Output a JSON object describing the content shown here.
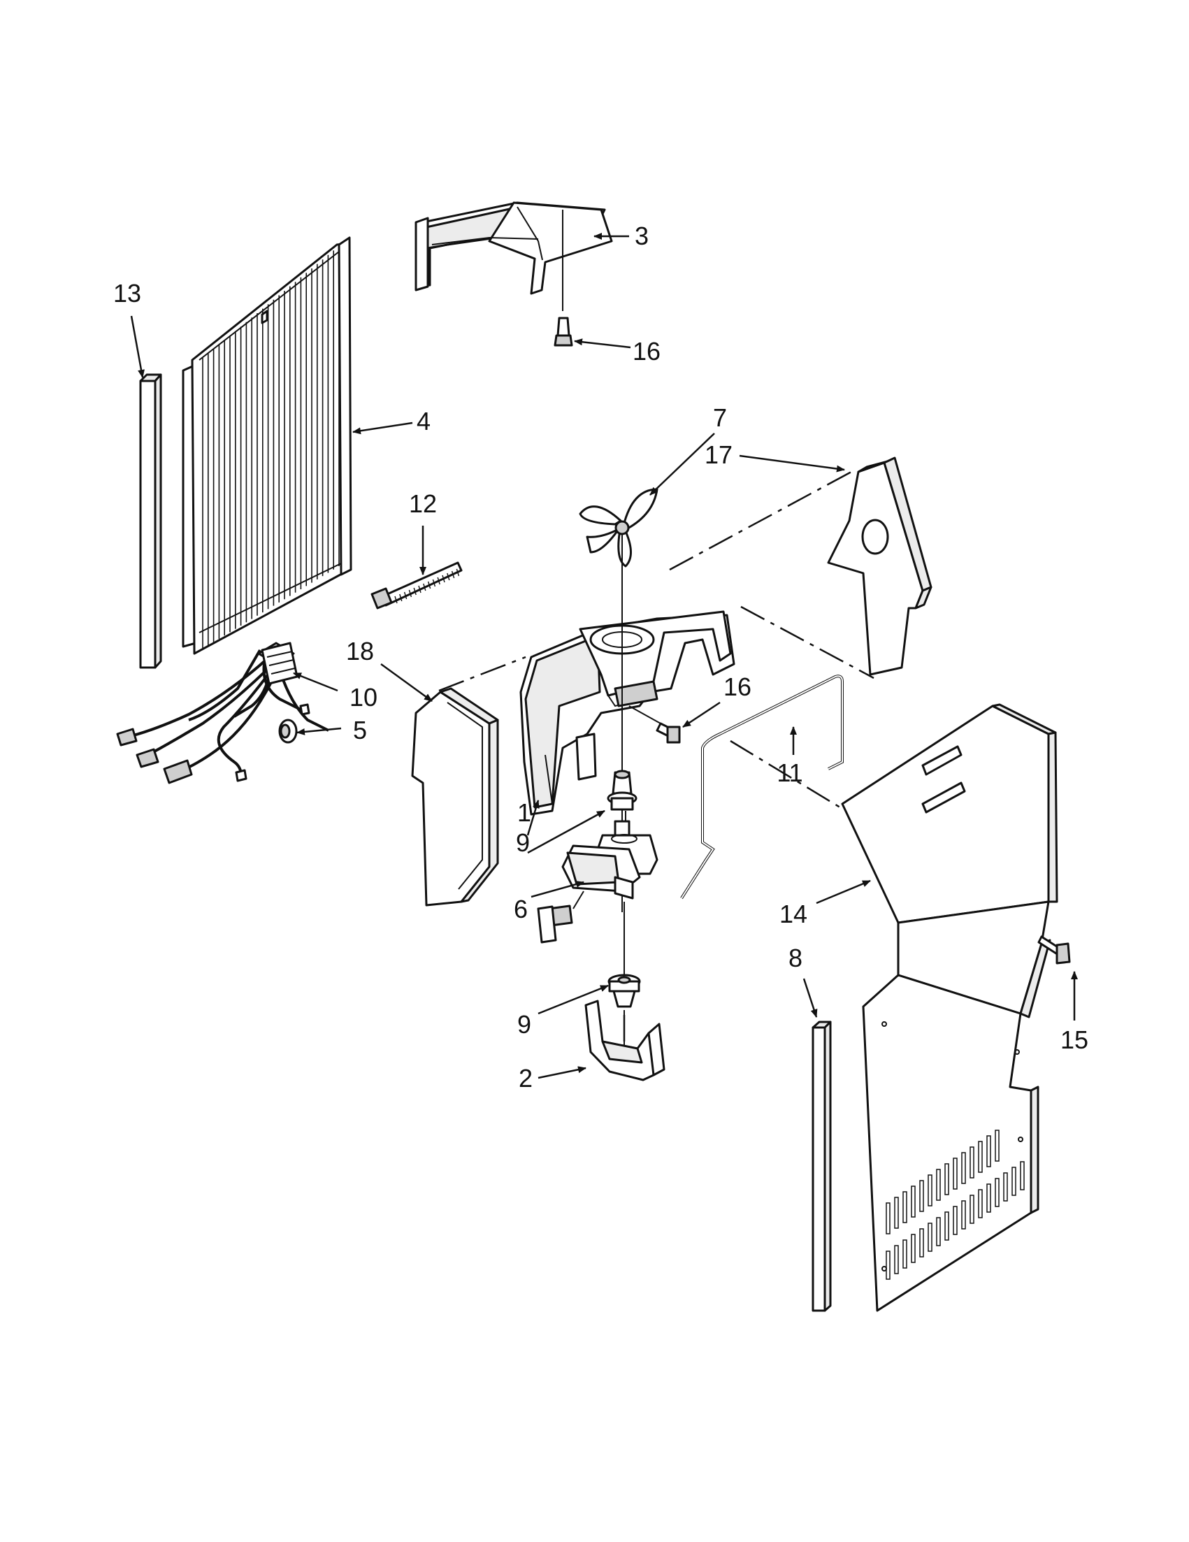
{
  "callouts": {
    "c1": "1",
    "c2": "2",
    "c3": "3",
    "c4": "4",
    "c5": "5",
    "c6": "6",
    "c7": "7",
    "c8": "8",
    "c9a": "9",
    "c9b": "9",
    "c10": "10",
    "c11": "11",
    "c12": "12",
    "c13": "13",
    "c14": "14",
    "c15": "15",
    "c16a": "16",
    "c16b": "16",
    "c17": "17",
    "c18": "18"
  }
}
